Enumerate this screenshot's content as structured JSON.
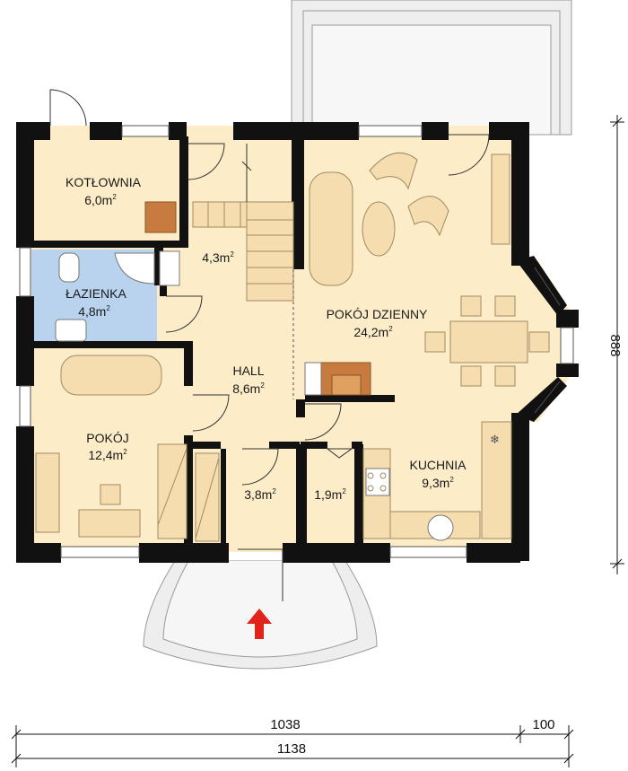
{
  "colors": {
    "wall": "#111111",
    "floor": "#fcecc8",
    "bathroom": "#b9d3ef",
    "terrace": "#eeeeee",
    "furniture": "#f6ddb0",
    "furniture_stroke": "#a08a60",
    "stove": "#c87b3e",
    "entrance_arrow": "#e2231a"
  },
  "rooms": [
    {
      "id": "kotlownia",
      "name": "KOTŁOWNIA",
      "area": "6,0m",
      "unit_exp": "2"
    },
    {
      "id": "lazienka",
      "name": "ŁAZIENKA",
      "area": "4,8m",
      "unit_exp": "2"
    },
    {
      "id": "pokoj",
      "name": "POKÓJ",
      "area": "12,4m",
      "unit_exp": "2"
    },
    {
      "id": "hall",
      "name": "HALL",
      "area": "8,6m",
      "unit_exp": "2"
    },
    {
      "id": "stair",
      "name": "",
      "area": "4,3m",
      "unit_exp": "2"
    },
    {
      "id": "pokoj-dzienny",
      "name": "POKÓJ DZIENNY",
      "area": "24,2m",
      "unit_exp": "2"
    },
    {
      "id": "kuchnia",
      "name": "KUCHNIA",
      "area": "9,3m",
      "unit_exp": "2"
    },
    {
      "id": "closet-a",
      "name": "",
      "area": "3,8m",
      "unit_exp": "2"
    },
    {
      "id": "closet-b",
      "name": "",
      "area": "1,9m",
      "unit_exp": "2"
    }
  ],
  "dimensions": {
    "width_main": "1038",
    "width_extra": "100",
    "width_total": "1138",
    "height": "888"
  }
}
